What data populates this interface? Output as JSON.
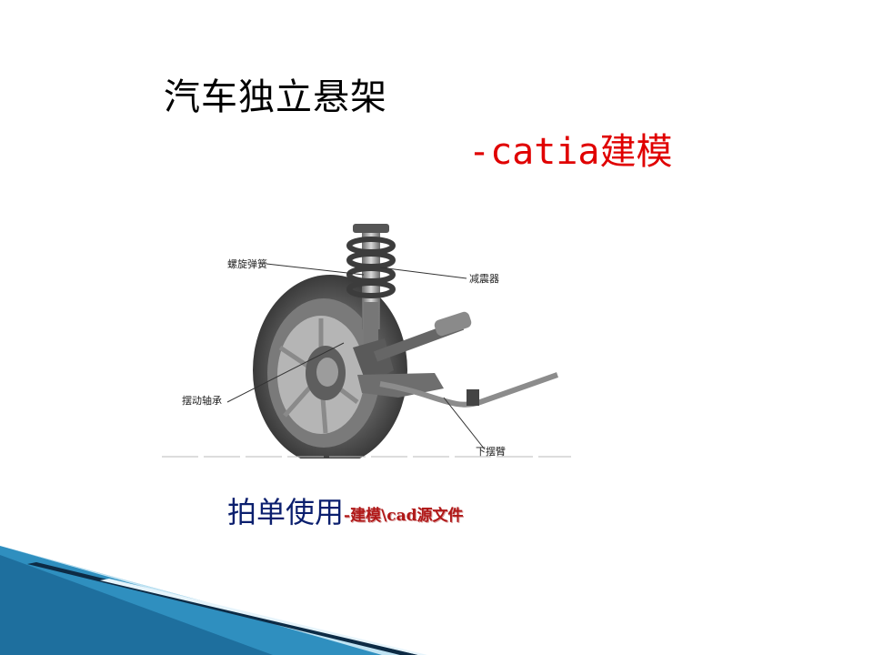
{
  "slide": {
    "title": "汽车独立悬架",
    "subtitle": "-catia建模",
    "caption_main": "拍单使用",
    "caption_note": "-建模\\cad源文件"
  },
  "figure": {
    "labels": {
      "coil_spring": "螺旋弹簧",
      "shock_absorber": "减震器",
      "swing_bearing": "摆动轴承",
      "lower_arm": "下摆臂"
    }
  },
  "colors": {
    "title": "#000000",
    "subtitle": "#e00000",
    "caption_main": "#0b1f6e",
    "caption_note": "#b01818",
    "wave_dark": "#0d2b45",
    "wave_blue": "#2f8fbf",
    "wave_light": "#bfe3f3"
  }
}
